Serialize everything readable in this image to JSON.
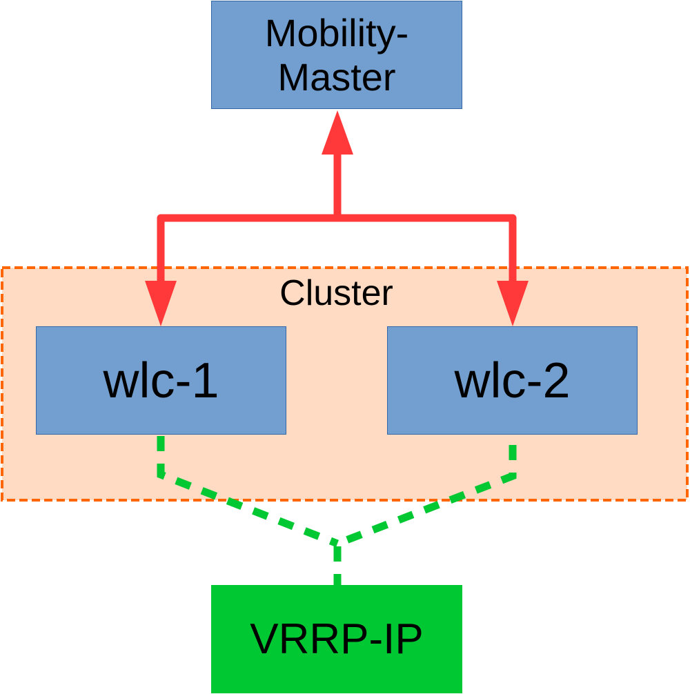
{
  "nodes": {
    "mobility_master": "Mobility-\nMaster",
    "cluster": "Cluster",
    "wlc1": "wlc-1",
    "wlc2": "wlc-2",
    "vrrp": "VRRP-IP"
  },
  "colors": {
    "node_fill": "#729fcf",
    "node_border": "#3465a4",
    "cluster_fill": "#ffdbc3",
    "cluster_border": "#ff6600",
    "mm_link": "#ff3939",
    "vrrp_link": "#00c832",
    "vrrp_fill": "#00c832"
  }
}
